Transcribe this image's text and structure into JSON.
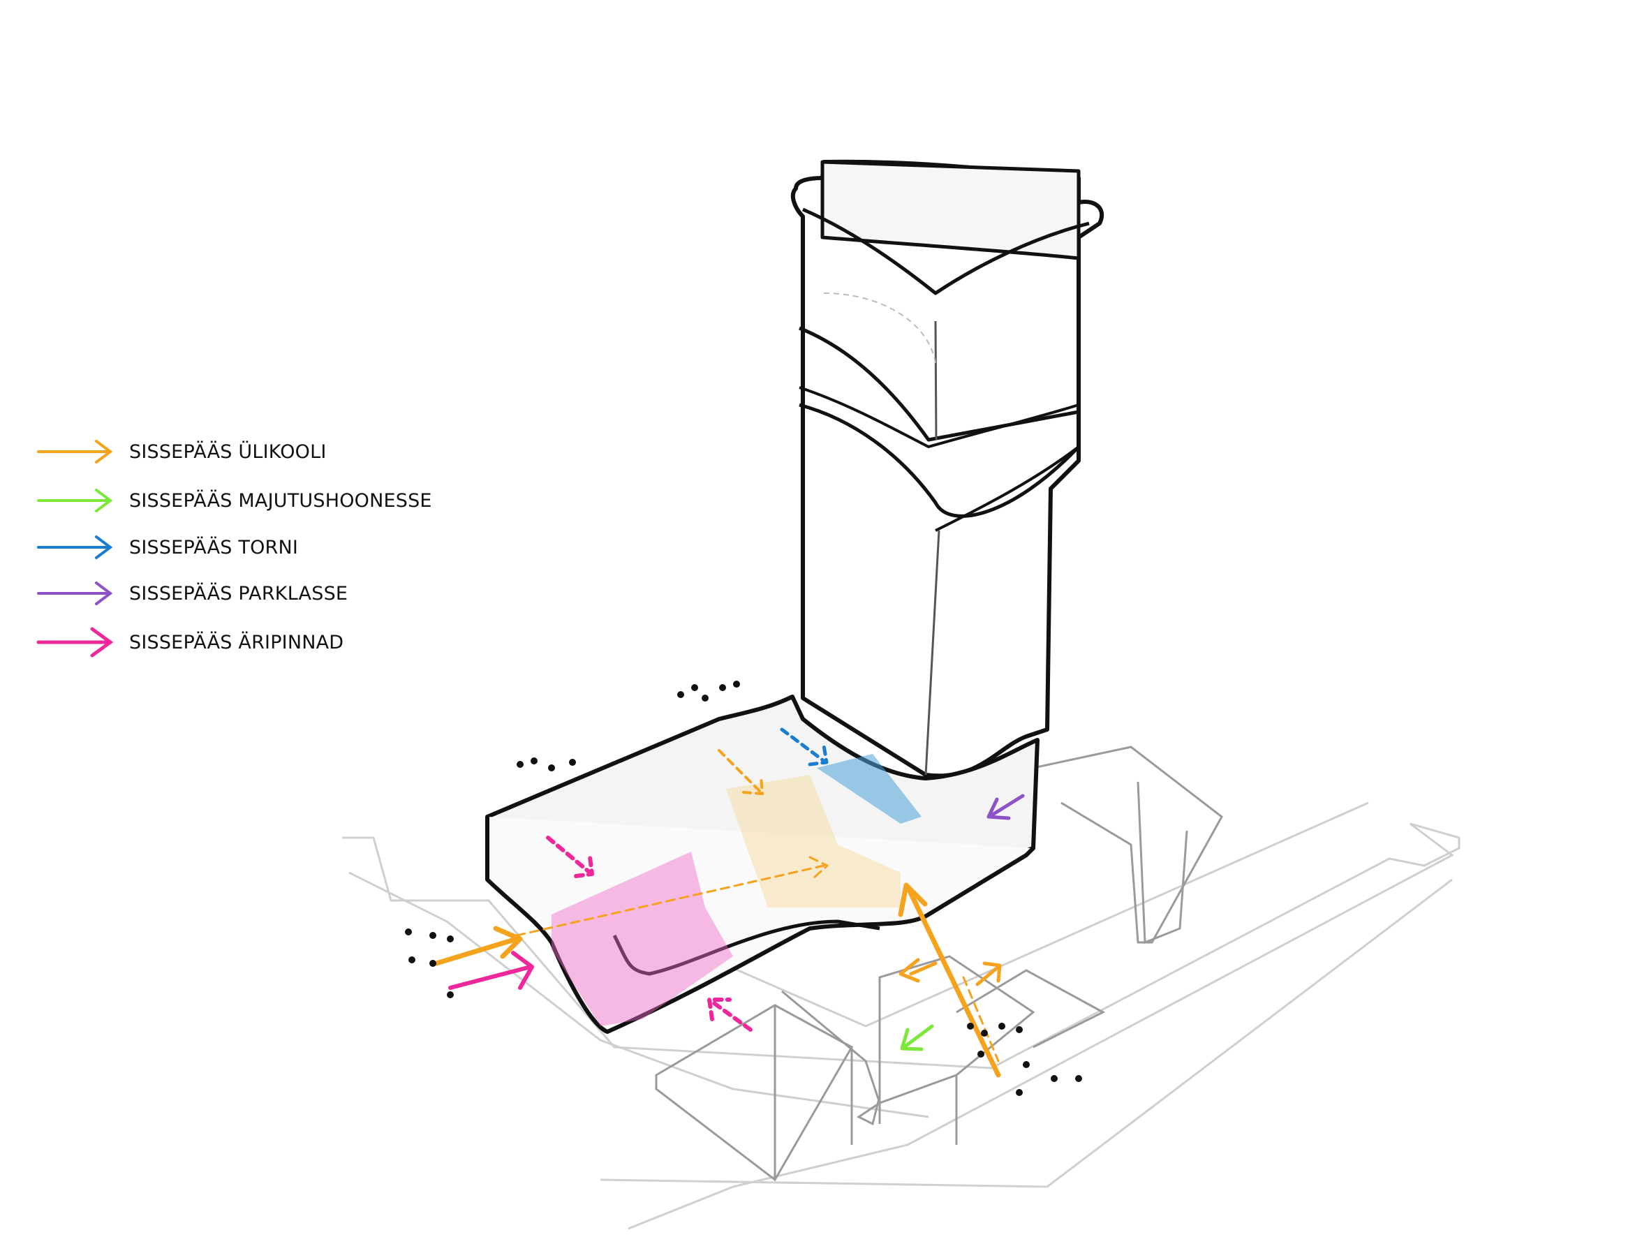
{
  "legend": {
    "items": [
      {
        "label": "SISSEPÄÄS ÜLIKOOLI",
        "color": "#f5a21c"
      },
      {
        "label": "SISSEPÄÄS MAJUTUSHOONESSE",
        "color": "#7de83a"
      },
      {
        "label": "SISSEPÄÄS TORNI",
        "color": "#1a7ed0"
      },
      {
        "label": "SISSEPÄÄS PARKLASSE",
        "color": "#8d52c6"
      },
      {
        "label": "SISSEPÄÄS ÄRIPINNAD",
        "color": "#f0269b"
      }
    ]
  }
}
